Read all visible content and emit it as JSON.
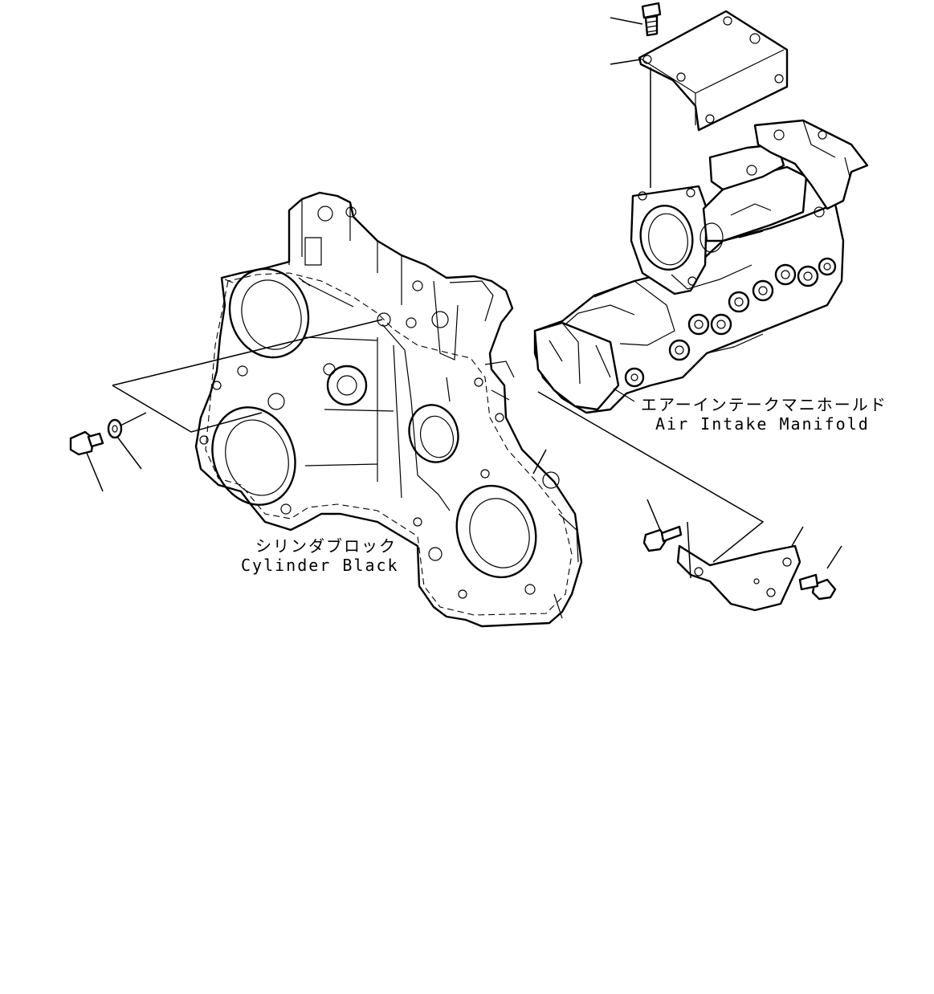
{
  "labels": {
    "cylinder_block_jp": "シリンダブロック",
    "cylinder_block_en": "Cylinder Black",
    "manifold_jp": "エアーインテークマニホールド",
    "manifold_en": "Air Intake Manifold"
  },
  "colors": {
    "line": "#000000",
    "background": "#ffffff"
  }
}
